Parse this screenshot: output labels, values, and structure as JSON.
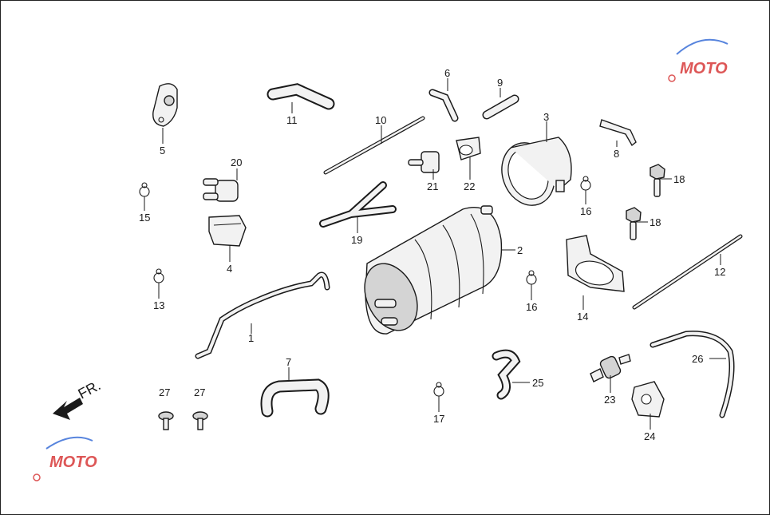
{
  "direction_label": "FR.",
  "watermark": {
    "text": "MOTO",
    "color": "#d83a3a",
    "accent": "#3a6fd8"
  },
  "callouts": [
    "1",
    "2",
    "3",
    "4",
    "5",
    "6",
    "7",
    "8",
    "9",
    "10",
    "11",
    "12",
    "13",
    "14",
    "15",
    "16",
    "16",
    "17",
    "18",
    "18",
    "19",
    "20",
    "21",
    "22",
    "23",
    "24",
    "25",
    "26",
    "27",
    "27"
  ]
}
